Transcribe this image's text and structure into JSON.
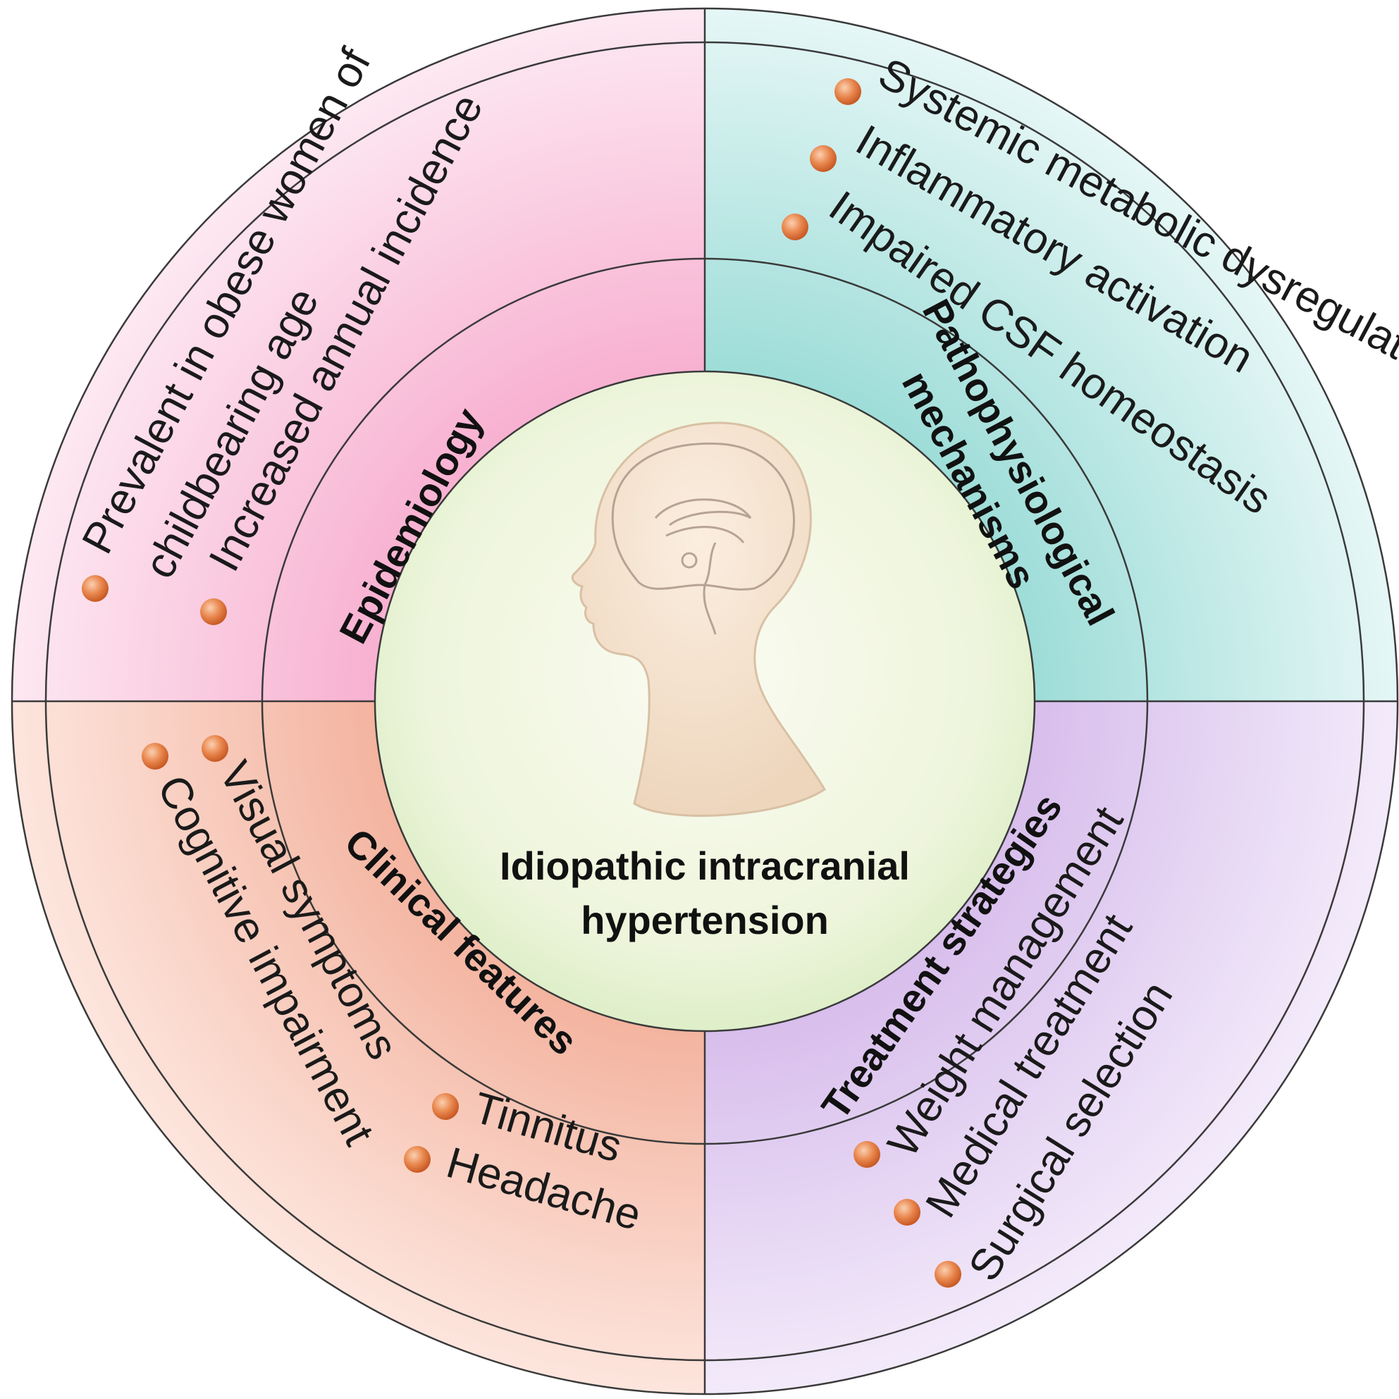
{
  "center": {
    "title_line1": "Idiopathic intracranial",
    "title_line2": "hypertension",
    "icon": "human-head-brain-icon"
  },
  "quadrants": {
    "epidemiology": {
      "heading": "Epidemiology",
      "color": "#f7b6d4",
      "items": [
        "Prevalent in obese women of",
        "childbearing age",
        "Increased annual incidence"
      ]
    },
    "pathophysiology": {
      "heading_line1": "Pathophysiological",
      "heading_line2": "mechanisms",
      "color": "#a9e1dd",
      "items": [
        "Systemic metabolic dysregulation",
        "Inflammatory activation",
        "Impaired CSF homeostasis"
      ]
    },
    "clinical": {
      "heading": "Clinical features",
      "color": "#f4b7a2",
      "items": [
        "Visual symptoms",
        "Cognitive impairment",
        "Tinnitus",
        "Headache"
      ]
    },
    "treatment": {
      "heading": "Treatment strategies",
      "color": "#d9c2ec",
      "items": [
        "Weight management",
        "Medical treatment",
        "Surgical selection"
      ]
    }
  },
  "bullet_color": "#e0703a"
}
